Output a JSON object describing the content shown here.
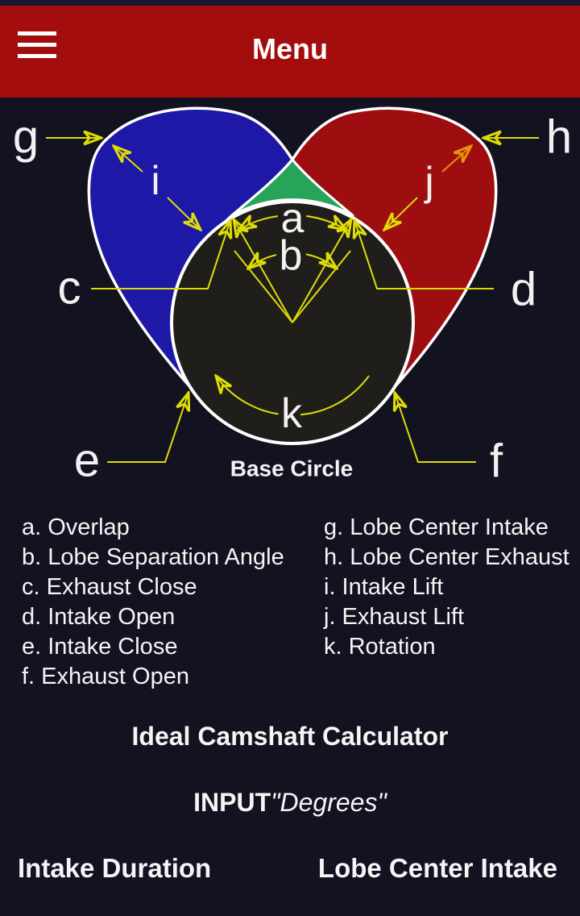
{
  "header": {
    "title": "Menu"
  },
  "diagram": {
    "caption": "Base Circle",
    "letters": {
      "a": "a",
      "b": "b",
      "c": "c",
      "d": "d",
      "e": "e",
      "f": "f",
      "g": "g",
      "h": "h",
      "i": "i",
      "j": "j",
      "k": "k"
    },
    "colors": {
      "background": "#131221",
      "intake_lobe": "#1d18a6",
      "exhaust_lobe": "#9e0e10",
      "overlap": "#28a35a",
      "base_circle": "#201e1b",
      "outline": "#ffffff",
      "annotation": "#dedc05",
      "annotation_alt": "#e8920b"
    }
  },
  "legend": {
    "left": [
      "a. Overlap",
      "b. Lobe Separation Angle",
      "c. Exhaust Close",
      "d. Intake Open",
      "e. Intake Close",
      "f. Exhaust Open"
    ],
    "right": [
      "g. Lobe Center Intake",
      "h. Lobe Center Exhaust",
      "i. Intake Lift",
      "j. Exhaust Lift",
      "k. Rotation"
    ]
  },
  "calculator": {
    "title": "Ideal Camshaft Calculator",
    "input_label": "INPUT",
    "input_unit": "\"Degrees\"",
    "fields": [
      {
        "label": "Intake Duration"
      },
      {
        "label": "Lobe Center Intake"
      }
    ]
  },
  "colors": {
    "header_bar": "#a30d0d",
    "status_bar": "#18162b",
    "text": "#f5f5f5"
  }
}
